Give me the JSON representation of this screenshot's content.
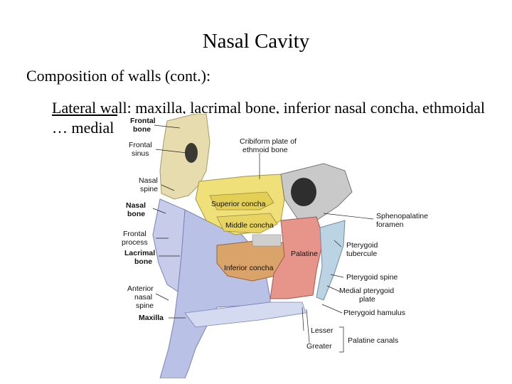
{
  "slide": {
    "title": "Nasal Cavity",
    "subtitle": "Composition of walls (cont.):",
    "body_underlined": "Lateral wall",
    "body_rest": ": maxilla, lacrimal bone, inferior nasal concha, ethmoidal … medial pterygoid"
  },
  "figure": {
    "labels": {
      "frontal_bone": [
        "Frontal",
        "bone"
      ],
      "frontal_sinus": [
        "Frontal",
        "sinus"
      ],
      "nasal_spine": [
        "Nasal",
        "spine"
      ],
      "nasal_bone": [
        "Nasal",
        "bone"
      ],
      "frontal_process": [
        "Frontal",
        "process"
      ],
      "lacrimal_bone": [
        "Lacrimal",
        "bone"
      ],
      "anterior_nasal_spine": [
        "Anterior",
        "nasal",
        "spine"
      ],
      "maxilla": "Maxilla",
      "cribiform_plate": [
        "Cribiform plate of",
        "ethmoid bone"
      ],
      "superior_concha": "Superior concha",
      "middle_concha": "Middle concha",
      "inferior_concha": "Inferior concha",
      "palatine": "Palatine",
      "sphenopalatine_foramen": [
        "Sphenopalatine",
        "foramen"
      ],
      "pterygoid_tubercule": [
        "Pterygoid",
        "tubercule"
      ],
      "pterygoid_spine": "Pterygoid spine",
      "medial_pterygoid_plate": [
        "Medial pterygoid",
        "plate"
      ],
      "pterygoid_hamulus": "Pterygoid hamulus",
      "lesser": "Lesser",
      "greater": "Greater",
      "palatine_canals": "Palatine canals"
    }
  }
}
